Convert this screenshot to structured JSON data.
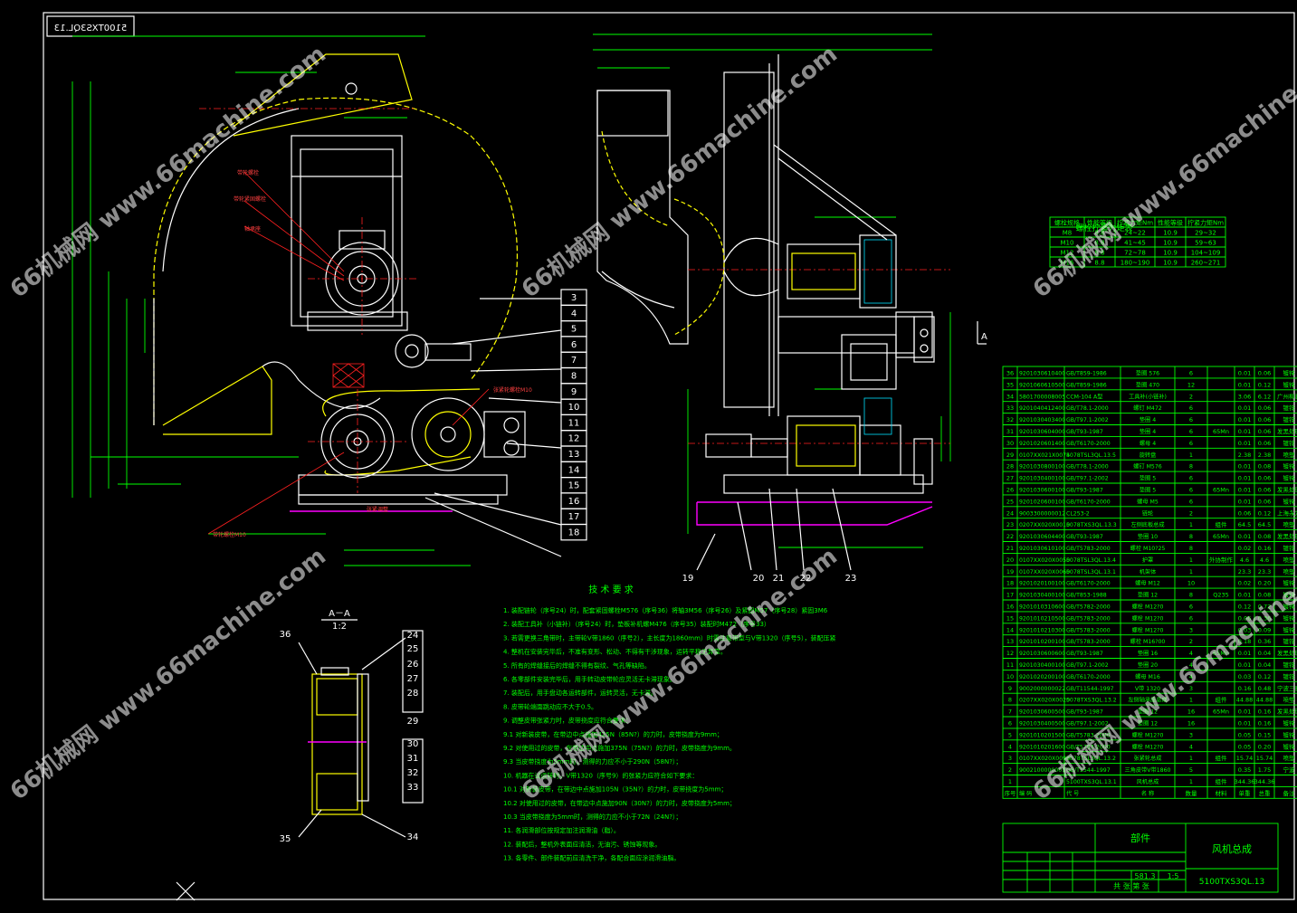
{
  "drawing_number_mirrored": "5100TXS3QL.13",
  "watermark_text": "66机械网 www.66machine.com",
  "section_view": {
    "title": "A－A",
    "scale": "1:2"
  },
  "tech_requirements_title": "技 术 要 求",
  "tech_requirements": [
    "1. 装配链轮（序号24）时，配套紧固螺栓M576（序号36）将轴3M56（序号26）及紧固M57（序号28）紧固3M6",
    "2. 装配工具补（小链补）（序号24）时，垫板补机螺M476（序号35）装配时M472（序号33）",
    "3. 若需更换三角带时，主带轮V带1860（序号2），主长度为1860mm）时需注意带型与V带1320（序号5），装配压紧",
    "4. 整机在安装完毕后，不准有变形、松动、不得有干涉现象，运转平稳无异常。",
    "5. 所有的焊缝接后的焊缝不得有裂纹、气孔等缺陷。",
    "6. 各零部件安装完毕后，用手转动皮带轮应灵活无卡滞现象。",
    "7. 装配后，用手盘动各运转部件，运转灵活，无卡滞。",
    "8. 皮带轮端面跳动应不大于0.5。",
    "9. 调整皮带张紧力时，皮带挠度应符合要求：",
    "9.1 对新装皮带，在带边中点施加425N（85N?）的力时，皮带挠度为9mm；",
    "9.2 对使用过的皮带，在带边中点施加375N（75N?）的力时，皮带挠度为9mm。",
    "9.3 当皮带挠度为5mm时，测得的力应不小于290N（58N?）；",
    "10. 机器在试运转时，V带1320（序号9）的张紧力应符合如下要求：",
    "10.1 对新装皮带，在带边中点施加105N（35N?）的力时，皮带挠度为5mm；",
    "10.2 对使用过的皮带，在带边中点施加90N（30N?）的力时，皮带挠度为5mm；",
    "10.3 当皮带挠度为5mm时，测得的力应不小于72N（24N?）；",
    "11. 各润滑部位按规定加注润滑油（脂）。",
    "12. 装配后，整机外表面应清洁，无油污、锈蚀等现象。",
    "13. 各零件、部件装配前应清洗干净，各配合面应涂润滑油脂。"
  ],
  "torque_table": {
    "title": "螺栓拧紧力矩表",
    "headers": [
      "螺栓规格",
      "性能等级",
      "拧紧力矩Nm",
      "性能等级",
      "拧紧力矩Nm"
    ],
    "rows": [
      [
        "M8",
        "8.8",
        "24~22",
        "10.9",
        "29~32"
      ],
      [
        "M10",
        "8.8",
        "41~45",
        "10.9",
        "59~63"
      ],
      [
        "M12",
        "8.8",
        "72~78",
        "10.9",
        "104~109"
      ],
      [
        "M16",
        "8.8",
        "180~190",
        "10.9",
        "260~271"
      ]
    ]
  },
  "bom": {
    "rows": [
      [
        "36",
        "9201030610400",
        "GB/T859-1986",
        "垫圈 576",
        "6",
        "",
        "0.01",
        "0.06",
        "镀锌"
      ],
      [
        "35",
        "9201060610500",
        "GB/T859-1986",
        "垫圈 470",
        "12",
        "",
        "0.01",
        "0.12",
        "镀锌"
      ],
      [
        "34",
        "5801700008005",
        "CCM-104 A型",
        "工具补(小链补)",
        "2",
        "",
        "3.06",
        "6.12",
        "广州柳泰"
      ],
      [
        "33",
        "9201040412400",
        "GB/T78.1-2000",
        "螺钉 M472",
        "6",
        "",
        "0.01",
        "0.06",
        "镀锌"
      ],
      [
        "32",
        "9201030403400",
        "GB/T97.1-2002",
        "垫圈 4",
        "6",
        "",
        "0.01",
        "0.06",
        "镀锌"
      ],
      [
        "31",
        "9201030604000",
        "GB/T93-1987",
        "垫圈 4",
        "6",
        "65Mn",
        "0.01",
        "0.06",
        "发黑处理"
      ],
      [
        "30",
        "9201020601400",
        "GB/T6170-2000",
        "螺母 4",
        "6",
        "",
        "0.01",
        "0.06",
        "镀锌"
      ],
      [
        "29",
        "0107XX021X0074",
        "5078TSL3QL.13.5",
        "旋转盘",
        "1",
        "",
        "2.38",
        "2.38",
        "喷塑"
      ],
      [
        "28",
        "9201030800100",
        "GB/T78.1-2000",
        "螺钉 M576",
        "8",
        "",
        "0.01",
        "0.08",
        "镀锌"
      ],
      [
        "27",
        "9201030400100",
        "GB/T97.1-2002",
        "垫圈 5",
        "6",
        "",
        "0.01",
        "0.06",
        "镀锌"
      ],
      [
        "26",
        "9201030600100",
        "GB/T93-1987",
        "垫圈 5",
        "6",
        "65Mn",
        "0.01",
        "0.06",
        "发黑处理"
      ],
      [
        "25",
        "9201020600100",
        "GB/T6170-2000",
        "螺母 M5",
        "6",
        "",
        "0.01",
        "0.06",
        "镀锌"
      ],
      [
        "24",
        "9003300000012",
        "CL253-2",
        "链轮",
        "2",
        "",
        "0.06",
        "0.12",
        "上海永发"
      ],
      [
        "23",
        "0207XX020X0010",
        "5078TXS3QL.13.3",
        "左侧底板总成",
        "1",
        "组件",
        "64.5",
        "64.5",
        "喷塑"
      ],
      [
        "22",
        "9201030604400",
        "GB/T93-1987",
        "垫圈 10",
        "8",
        "65Mn",
        "0.01",
        "0.08",
        "发黑处理"
      ],
      [
        "21",
        "9201030610100",
        "GB/T5783-2000",
        "螺栓 M10?25",
        "8",
        "",
        "0.02",
        "0.16",
        "镀锌"
      ],
      [
        "20",
        "0107XX020X0050",
        "5078TSL3QL.13.4",
        "护罩",
        "1",
        "外协制作",
        "4.6",
        "4.6",
        "喷塑"
      ],
      [
        "19",
        "0107XX020X0060",
        "5078TSL3QL.13.1",
        "机架体",
        "1",
        "",
        "23.3",
        "23.3",
        "喷塑"
      ],
      [
        "18",
        "9201020100100",
        "GB/T6170-2000",
        "螺母 M12",
        "10",
        "",
        "0.02",
        "0.20",
        "镀锌"
      ],
      [
        "17",
        "9201030400100",
        "GB/T853-1988",
        "垫圈 12",
        "8",
        "Q235",
        "0.01",
        "0.08",
        "镀锌"
      ],
      [
        "16",
        "9201010310600",
        "GB/T5782-2000",
        "螺栓 M12?0",
        "6",
        "",
        "0.12",
        "0.72",
        "镀锌"
      ],
      [
        "15",
        "9201010210500",
        "GB/T5783-2000",
        "螺栓 M12?0",
        "6",
        "",
        "0.06",
        "0.36",
        "镀锌"
      ],
      [
        "14",
        "9201010210300",
        "GB/T5783-2000",
        "螺栓 M12?0",
        "3",
        "",
        "0.03",
        "0.09",
        "镀锌"
      ],
      [
        "13",
        "9201010200100",
        "GB/T5783-2000",
        "螺栓 M16?00",
        "2",
        "",
        "0.18",
        "0.36",
        "镀锌"
      ],
      [
        "12",
        "9201030600600",
        "GB/T93-1987",
        "垫圈 16",
        "4",
        "65Mn",
        "0.01",
        "0.04",
        "发黑处理"
      ],
      [
        "11",
        "9201030400100",
        "GB/T97.1-2002",
        "垫圈 20",
        "4",
        "",
        "0.01",
        "0.04",
        "镀锌"
      ],
      [
        "10",
        "9201020200100",
        "GB/T6170-2000",
        "螺母 M16",
        "4",
        "",
        "0.03",
        "0.12",
        "镀锌"
      ],
      [
        "9",
        "9002000000022",
        "GB/T11544-1997",
        "V带 1320",
        "3",
        "",
        "0.16",
        "0.48",
        "宁波三星"
      ],
      [
        "8",
        "0207XX020X0020",
        "5078TXS3QL.13.2",
        "左侧轴承座总成",
        "1",
        "组件",
        "44.88",
        "44.88",
        "喷塑"
      ],
      [
        "7",
        "9201030600500",
        "GB/T93-1987",
        "垫圈 12",
        "16",
        "65Mn",
        "0.01",
        "0.16",
        "发黑处理"
      ],
      [
        "6",
        "9201030400500",
        "GB/T97.1-2002",
        "垫圈 12",
        "16",
        "",
        "0.01",
        "0.16",
        "镀锌"
      ],
      [
        "5",
        "9201010201500",
        "GB/T5783-2000",
        "螺栓 M12?0",
        "3",
        "",
        "0.05",
        "0.15",
        "镀锌"
      ],
      [
        "4",
        "9201010201600",
        "GB/T5783-2000",
        "螺栓 M12?0",
        "4",
        "",
        "0.05",
        "0.20",
        "镀锌"
      ],
      [
        "3",
        "0107XX020X0090",
        "5078TSL3QL.13.2",
        "张紧轮总成",
        "1",
        "组件",
        "15.74",
        "15.74",
        "喷塑"
      ],
      [
        "2",
        "9002100000001",
        "GB/T1544-1997",
        "三角皮带V带1860",
        "5",
        "",
        "0.35",
        "1.75",
        "宁波"
      ],
      [
        "1",
        "",
        "5100TXS3QL.13.1",
        "风机总成",
        "1",
        "组件",
        "344.36",
        "344.36",
        ""
      ]
    ],
    "header": [
      "序号",
      "编  码",
      "代  号",
      "名  称",
      "数量",
      "材料",
      "单重",
      "总重",
      "备注"
    ]
  },
  "title_block": {
    "part_label": "部件",
    "drawing_name": "风机总成",
    "drawing_code": "5100TXS3QL.13",
    "weight": "581.3",
    "scale": "1:5",
    "sheet": "共   张 第   张"
  },
  "balloons_side": [
    "3",
    "4",
    "5",
    "6",
    "7",
    "8",
    "9",
    "10",
    "11",
    "12",
    "13",
    "14",
    "15",
    "16",
    "17",
    "18"
  ],
  "balloons_front": [
    "19",
    "20",
    "21",
    "22",
    "23"
  ],
  "balloons_section_right": [
    "24",
    "25",
    "26",
    "27",
    "28",
    "29",
    "30",
    "31",
    "32",
    "33",
    "34"
  ],
  "balloons_section_left": [
    "36",
    "35"
  ],
  "section_arrow_label": "A"
}
